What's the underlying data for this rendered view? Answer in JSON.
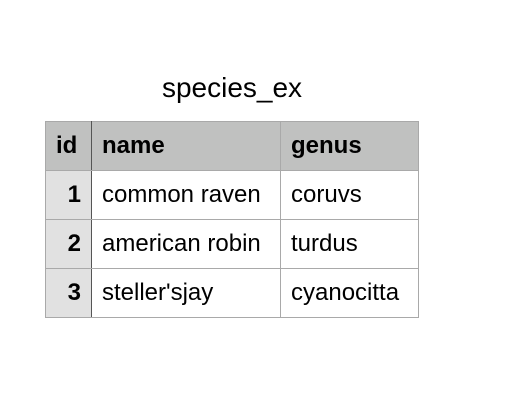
{
  "table": {
    "title": "species_ex",
    "columns": [
      "id",
      "name",
      "genus"
    ],
    "rows": [
      {
        "id": "1",
        "name": "common raven",
        "genus": "coruvs"
      },
      {
        "id": "2",
        "name": "american robin",
        "genus": "turdus"
      },
      {
        "id": "3",
        "name": "steller'sjay",
        "genus": "cyanocitta"
      }
    ]
  }
}
